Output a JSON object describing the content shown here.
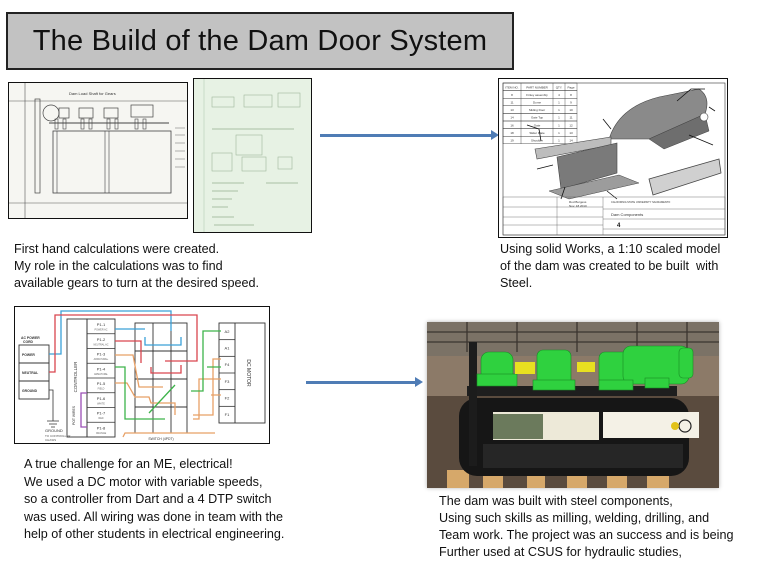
{
  "slide": {
    "title": "The Build of the Dam Door System"
  },
  "panels": {
    "hand_calculations": {
      "sketch_title": "Dam Load Shaft for Gears",
      "notes_sheet_label": "Hand calculation notes",
      "caption": "First hand calculations were created.\nMy role in the calculations was to find\navailable gears to turn at the desired speed."
    },
    "solidworks": {
      "bom_headers": [
        "ITEM NO.",
        "PART NUMBER",
        "QTY.",
        "Page"
      ],
      "bom_rows": [
        [
          "8",
          "Finley assembly",
          "4",
          "8"
        ],
        [
          "11",
          "Dome",
          "1",
          "9"
        ],
        [
          "13",
          "Sliding Door",
          "1",
          "10"
        ],
        [
          "14",
          "Gate Top",
          "1",
          "11"
        ],
        [
          "16",
          "Gate",
          "1",
          "12"
        ],
        [
          "18",
          "Slider Plate",
          "1",
          "13"
        ],
        [
          "19",
          "Shoulder",
          "1",
          "14"
        ]
      ],
      "title_block": {
        "drawn_by": "Rod Burgess",
        "date": "Nov. 18 2010",
        "school": "CALIFORNIA STATE UNIVERSITY SACRAMENTO\nSCHOOL OF ENGINEERING & COMPUTER SCIENCE\nDEPARTMENT OF MECHANICAL ENGINEERING",
        "drawing_title": "Dam Components",
        "sheet_number": "4"
      },
      "caption": "Using solid Works, a 1:10 scaled model\nof the dam was created to be built  with\nSteel."
    },
    "wiring": {
      "ac_cord_label": "AC POWER\nCORD",
      "ac_terminals": [
        "POWER",
        "NEUTRAL",
        "GROUND"
      ],
      "controller_label": "CONTROLLER",
      "pot_wires_label": "POT WIRES",
      "controller_terminals": [
        {
          "pin": "P1-1",
          "note": "POWER AC"
        },
        {
          "pin": "P1-2",
          "note": "NEUTRAL AC"
        },
        {
          "pin": "P1-3",
          "note": "ARMATURE+"
        },
        {
          "pin": "P1-4",
          "note": "ARMATURE-"
        },
        {
          "pin": "P1-5",
          "note": "FIELD"
        },
        {
          "pin": "P1-6",
          "note": "WHITE"
        },
        {
          "pin": "P1-7",
          "note": "RED"
        },
        {
          "pin": "P1-8",
          "note": "ORANGE"
        }
      ],
      "ground_label": "GROUND",
      "ground_note": "TO CONTROLLER\nCHASIS",
      "switch_label": "SWITCH (4PDT)",
      "motor_label": "DC MOTOR",
      "motor_terminals": [
        "A2",
        "A1",
        "F4",
        "F3",
        "F2",
        "F1"
      ],
      "wire_colors": {
        "blue": "#3aa0d8",
        "red": "#d9464f",
        "orange": "#e8a066",
        "green": "#3db34a",
        "purple": "#9b4fb5"
      },
      "caption": "A true challenge for an ME, electrical!\nWe used a DC motor with variable speeds,\nso a controller from Dart and a 4 DTP switch\nwas used. All wiring was done in team with the\nhelp of other students in electrical engineering."
    },
    "build_photo": {
      "label": "Photo of the built dam model",
      "caption": "The dam was built with steel components,\nUsing such skills as milling, welding, drilling, and\nTeam work. The project was an success and is being\nFurther used at CSUS for hydraulic studies,"
    }
  },
  "colors": {
    "arrow": "#4f7cb5",
    "title_bg": "#c2c2c2",
    "motor_green": "#2fd13f"
  }
}
